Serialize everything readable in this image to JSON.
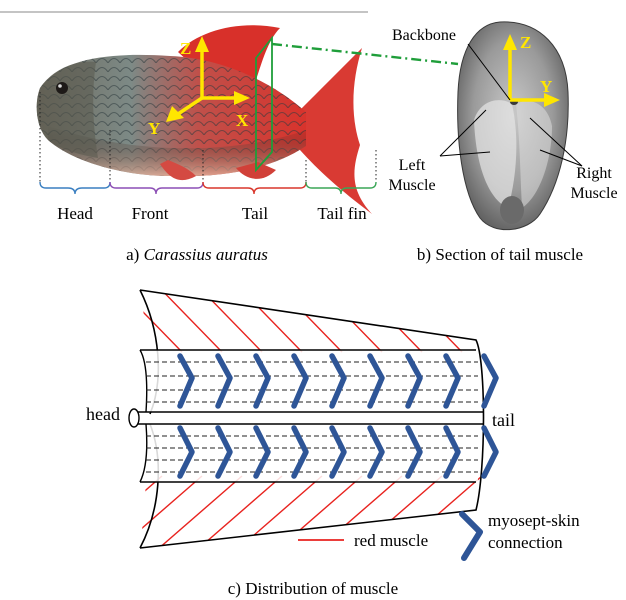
{
  "panel_a": {
    "axes": {
      "x": "X",
      "y": "Y",
      "z": "Z"
    },
    "segments": [
      "Head",
      "Front",
      "Tail",
      "Tail fin"
    ],
    "caption_prefix": "a) ",
    "caption_italic": "Carassius auratus"
  },
  "panel_b": {
    "axes": {
      "y": "Y",
      "z": "Z"
    },
    "labels": {
      "backbone": "Backbone",
      "left_muscle_1": "Left",
      "left_muscle_2": "Muscle",
      "right_muscle_1": "Right",
      "right_muscle_2": "Muscle"
    },
    "caption": "b) Section of tail muscle"
  },
  "panel_c": {
    "labels": {
      "head": "head",
      "tail": "tail"
    },
    "legend": {
      "red": "red muscle",
      "connection_1": "myosept-skin",
      "connection_2": "connection"
    },
    "caption": "c) Distribution of muscle"
  },
  "colors": {
    "axis_yellow": "#ffe600",
    "plane_green": "#1f9e3a",
    "red_muscle": "#e8231f",
    "connection_blue": "#2e5597",
    "brace_head": "#3a7fc1",
    "brace_front": "#8c4fb5",
    "brace_tail": "#d9362b",
    "brace_fin": "#3aa657"
  }
}
